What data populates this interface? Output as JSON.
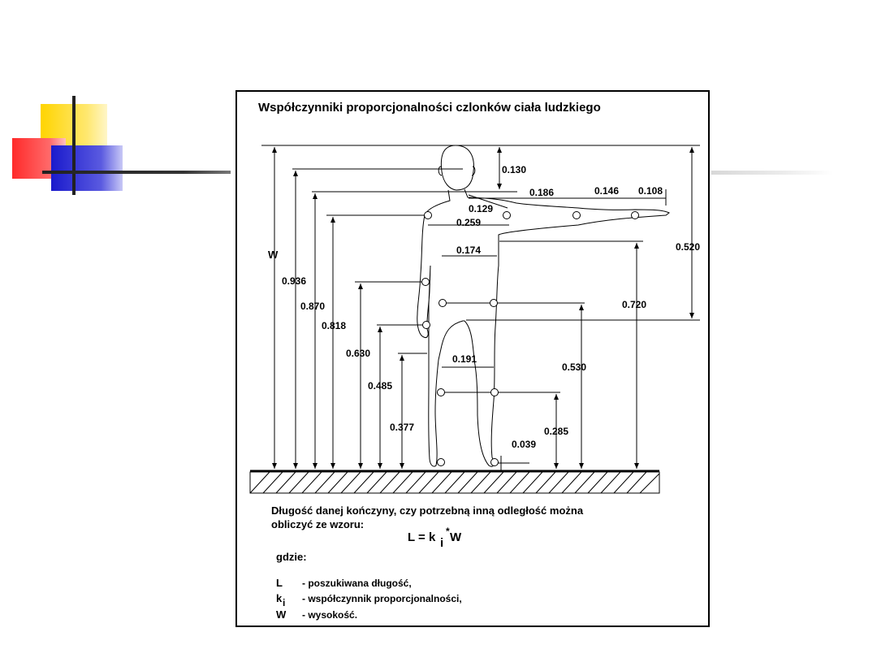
{
  "title": "Współczynniki proporcjonalności czlonków ciała ludzkiego",
  "measures": {
    "W": "W",
    "h_0936": "0.936",
    "h_0870": "0.870",
    "h_0818": "0.818",
    "h_0630": "0.630",
    "h_0485": "0.485",
    "h_0377": "0.377",
    "head_0130": "0.130",
    "arm_0186": "0.186",
    "fore_0146": "0.146",
    "hand_0108": "0.108",
    "neck_0129": "0.129",
    "shoulder_0259": "0.259",
    "hip_0174": "0.174",
    "span_0520": "0.520",
    "right_0720": "0.720",
    "right_0530": "0.530",
    "legs_0191": "0.191",
    "right_0285": "0.285",
    "foot_0039": "0.039"
  },
  "text": {
    "desc_line1": "Długość danej kończyny, czy potrzebną inną odległość można",
    "desc_line2": "obliczyć ze wzoru:",
    "formula_main": "L = k",
    "formula_sub": "i",
    "formula_sup": "*",
    "formula_end": " W",
    "where": "gdzie:",
    "def_L_sym": "L",
    "def_L_text": "- poszukiwana długość,",
    "def_k_sym": "k",
    "def_k_sub": "i",
    "def_k_text": "- współczynnik proporcjonalności,",
    "def_W_sym": "W",
    "def_W_text": "- wysokość."
  }
}
